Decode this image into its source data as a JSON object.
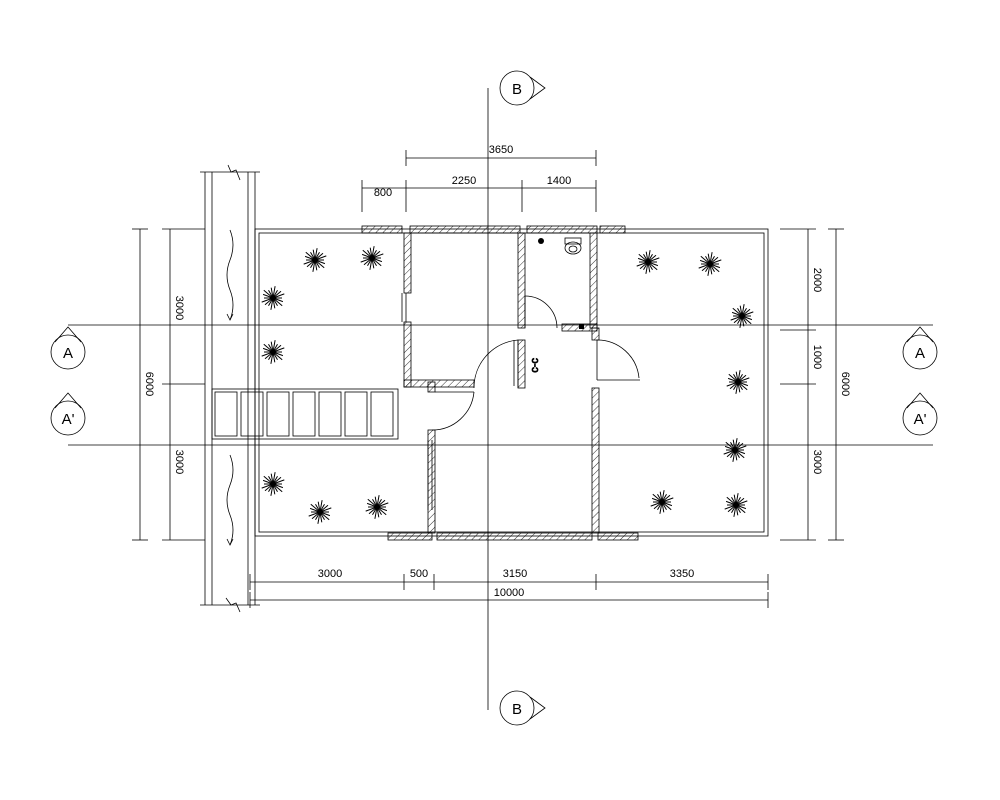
{
  "dimensions": {
    "top_total": "3650",
    "top_a": "800",
    "top_b": "2250",
    "top_c": "1400",
    "bottom_a": "3000",
    "bottom_b": "500",
    "bottom_c": "3150",
    "bottom_d": "3350",
    "bottom_total": "10000",
    "left_upper": "3000",
    "left_total": "6000",
    "left_lower": "3000",
    "right_upper": "2000",
    "right_middle": "1000",
    "right_lower": "3000",
    "right_total": "6000"
  },
  "section_marks": {
    "top": "B",
    "bottom": "B",
    "left_upper": "A",
    "left_lower": "A'",
    "right_upper": "A",
    "right_lower": "A'"
  },
  "door_label": "ɔ-ɔ",
  "icons": {
    "plant": "plant-icon",
    "toilet": "toilet-icon",
    "break": "break-line-icon"
  }
}
